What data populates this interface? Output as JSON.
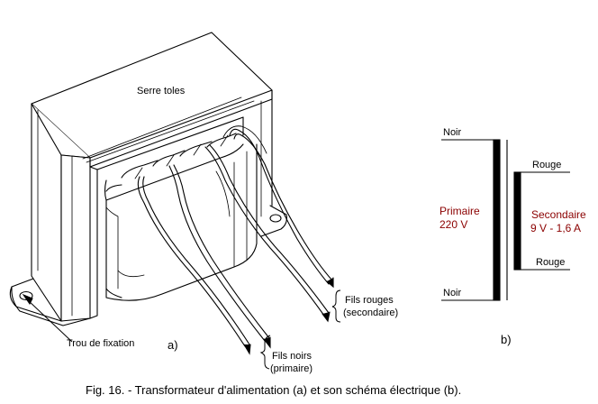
{
  "transformer": {
    "label_clamp": "Serre toles",
    "label_fixing_hole": "Trou de fixation",
    "label_red_wires": [
      "Fils rouges",
      "(secondaire)"
    ],
    "label_black_wires": [
      "Fils noirs",
      "(primaire)"
    ],
    "part_letter": "a)"
  },
  "schematic": {
    "primary_top_wire": "Noir",
    "primary_bottom_wire": "Noir",
    "primary_label": [
      "Primaire",
      "220 V"
    ],
    "secondary_top_wire": "Rouge",
    "secondary_bottom_wire": "Rouge",
    "secondary_label": [
      "Secondaire",
      "9 V - 1,6 A"
    ],
    "part_letter": "b)",
    "label_color": "#8b0000"
  },
  "caption": "Fig. 16. - Transformateur d'alimentation (a) et son schéma électrique (b)."
}
